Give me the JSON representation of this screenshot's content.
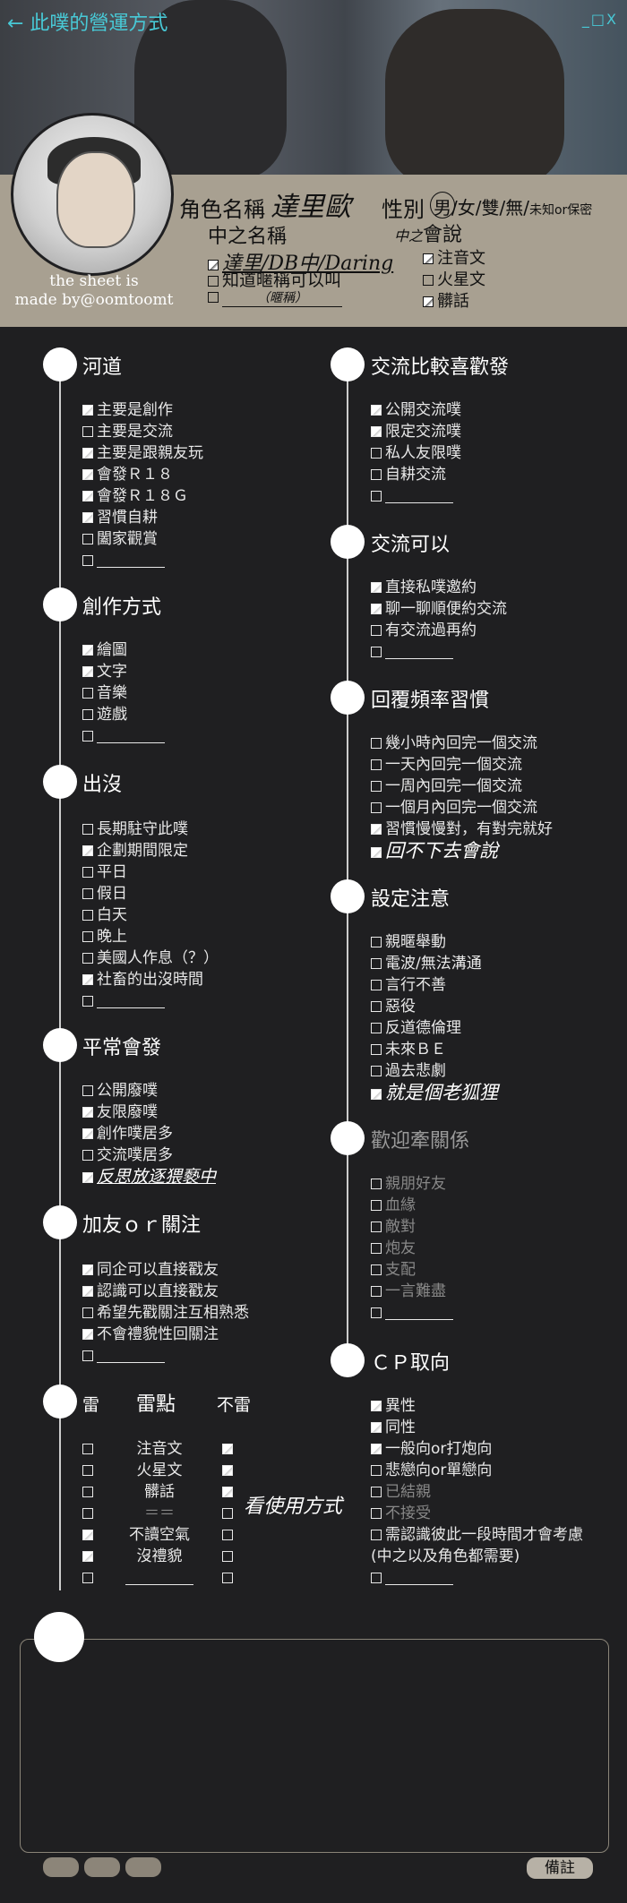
{
  "nav": {
    "back_label": "← 此噗的營運方式",
    "window_controls": "_□X"
  },
  "profile": {
    "credit_line1": "the sheet is",
    "credit_line2": "made by@oomtoomt",
    "char_name_label": "角色名稱",
    "char_name_value": "達里歐",
    "gender_label": "性別",
    "gender_options": "男/女/雙/無/",
    "gender_extra": "未知or保密",
    "nick_label": "中之名稱",
    "nick_value": "達里/DB中/Daring",
    "nick_know_label": "知道暱稱可以叫",
    "nick_blank_hint": "（暱稱）",
    "speak_title_prefix": "中之",
    "speak_title": "會說",
    "speak_items": [
      "注音文",
      "火星文",
      "髒話"
    ]
  },
  "sections": {
    "hedao": {
      "title": "河道",
      "items": [
        "主要是創作",
        "主要是交流",
        "主要是跟親友玩",
        "會發Ｒ１８",
        "會發Ｒ１８Ｇ",
        "習慣自耕",
        "闔家觀賞"
      ]
    },
    "create": {
      "title": "創作方式",
      "items": [
        "繪圖",
        "文字",
        "音樂",
        "遊戲"
      ]
    },
    "appear": {
      "title": "出沒",
      "items": [
        "長期駐守此噗",
        "企劃期間限定",
        "平日",
        "假日",
        "白天",
        "晚上",
        "美國人作息（？）",
        "社畜的出沒時間"
      ]
    },
    "usual": {
      "title": "平常會發",
      "items": [
        "公開廢噗",
        "友限廢噗",
        "創作噗居多",
        "交流噗居多"
      ],
      "handwritten": "反思放逐猥褻中"
    },
    "friend": {
      "title": "加友ｏｒ關注",
      "items": [
        "同企可以直接戳友",
        "認識可以直接戳友",
        "希望先戳關注互相熟悉",
        "不會禮貌性回關注"
      ]
    },
    "mine": {
      "title_left": "雷",
      "title_mid": "雷點",
      "title_right": "不雷",
      "items": [
        "注音文",
        "火星文",
        "髒話",
        "＝＝",
        "不讀空氣",
        "沒禮貌"
      ],
      "handwritten": "看使用方式"
    },
    "exchange_pref": {
      "title": "交流比較喜歡發",
      "items": [
        "公開交流噗",
        "限定交流噗",
        "私人友限噗",
        "自耕交流"
      ]
    },
    "exchange_ok": {
      "title": "交流可以",
      "items": [
        "直接私噗邀約",
        "聊一聊順便約交流",
        "有交流過再約"
      ]
    },
    "reply": {
      "title": "回覆頻率習慣",
      "items": [
        "幾小時內回完一個交流",
        "一天內回完一個交流",
        "一周內回完一個交流",
        "一個月內回完一個交流",
        "習慣慢慢對，有對完就好"
      ],
      "handwritten": "回不下去會說"
    },
    "setting": {
      "title": "設定注意",
      "items": [
        "親暱舉動",
        "電波/無法溝通",
        "言行不善",
        "惡役",
        "反道德倫理",
        "未來ＢＥ",
        "過去悲劇"
      ],
      "handwritten": "就是個老狐狸"
    },
    "relation": {
      "title": "歡迎牽關係",
      "items": [
        "親朋好友",
        "血緣",
        "敵對",
        "炮友",
        "支配",
        "一言難盡"
      ]
    },
    "cp": {
      "title": "ＣＰ取向",
      "items": [
        "異性",
        "同性",
        "一般向or打炮向",
        "悲戀向or單戀向",
        "已結親",
        "不接受",
        "需認識彼此一段時間才會考慮",
        "(中之以及角色都需要)"
      ]
    }
  },
  "footer": {
    "remark_button": "備註"
  }
}
